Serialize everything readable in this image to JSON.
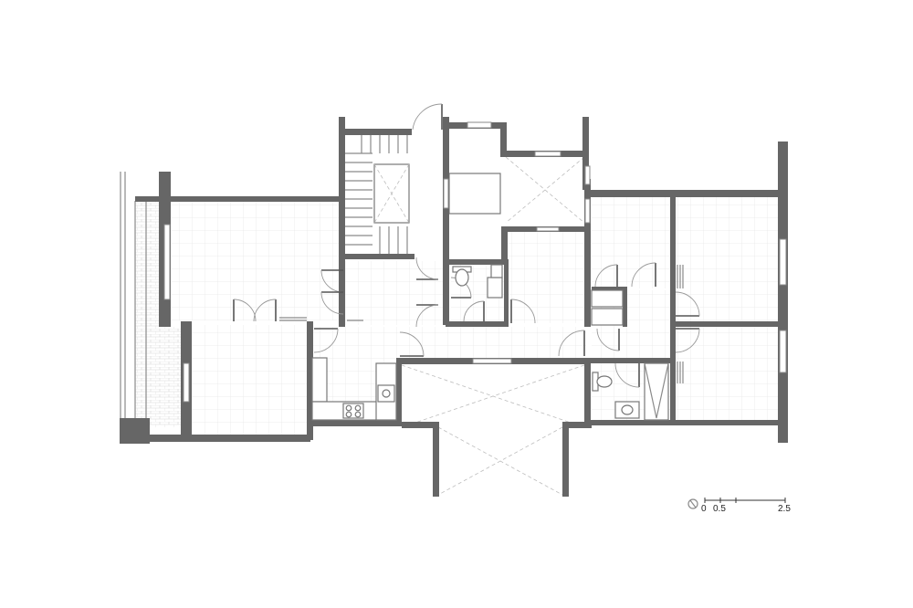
{
  "scale_bar": {
    "labels": [
      "0",
      "0.5",
      "2.5"
    ]
  }
}
